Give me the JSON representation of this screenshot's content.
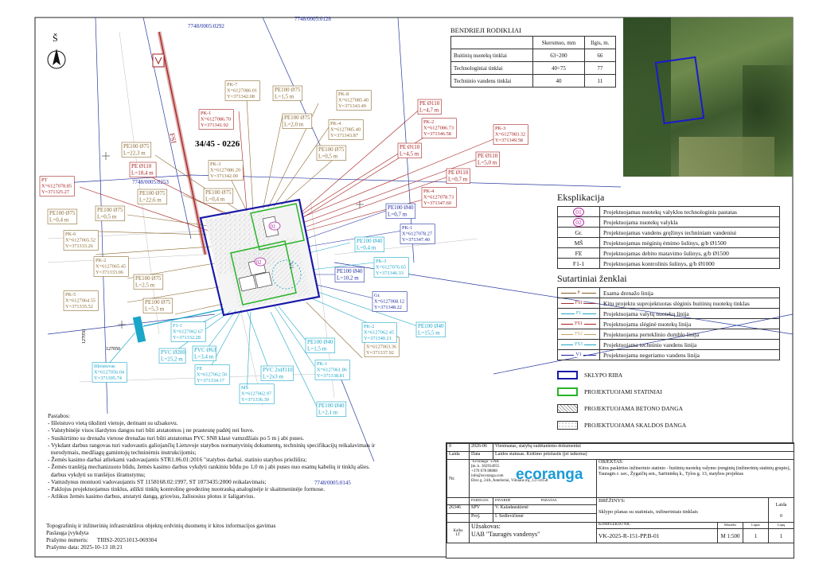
{
  "north_label": "Š",
  "parcel_id": "34/45 - 0226",
  "parcel_refs": [
    "7748/0005:0292",
    "7748/0005:0128",
    "7748/0005:0253",
    "7748/0005:0145"
  ],
  "fsi_label": "FSI",
  "summary": {
    "title": "BENDRIEJI RODIKLIAI",
    "headers": [
      "",
      "Skersmuo, mm",
      "Ilgis, m."
    ],
    "rows": [
      [
        "Buitinių nuotekų tinklai",
        "63÷200",
        "66"
      ],
      [
        "Technologiniai tinklai",
        "40÷75",
        "77"
      ],
      [
        "Techninio vandens tinklai",
        "40",
        "11"
      ]
    ]
  },
  "explication": {
    "title": "Eksplikacija",
    "rows": [
      {
        "code": "01",
        "text": "Projektuojamas nuotekų valyklos technologinis pastatas"
      },
      {
        "code": "02",
        "text": "Projektuojama nuotekų valykla"
      },
      {
        "code": "Gr.",
        "text": "Projektuojamas vandens gręžinys techniniam vandeniui"
      },
      {
        "code": "MŠ",
        "text": "Projektuojamas mėginių ėmimo šulinys, g/b Ø1500"
      },
      {
        "code": "FE",
        "text": "Projektuojamas debito matavimo šulinys, g/b Ø1500"
      },
      {
        "code": "F1-1",
        "text": "Projektuojamas kontrolinis šulinys, g/b Ø1000"
      }
    ]
  },
  "symbols": {
    "title": "Sutartiniai ženklai",
    "rows": [
      {
        "code": "8",
        "color": "#8a5a2a",
        "text": "Esama drenažo linija"
      },
      {
        "code": "FSI",
        "color": "#a23030",
        "text": "Kitu projektu suprojektuotas slėginis buitinių nuotekų tinklas"
      },
      {
        "code": "F1",
        "color": "#20a7c7",
        "text": "Projektuojama valytų nuotekų linija"
      },
      {
        "code": "FS1",
        "color": "#b01c1c",
        "text": "Projektuojama slėginė nuotekų linija"
      },
      {
        "code": "FS2",
        "color": "#c8a060",
        "text": "Projektuojama perteklinio dumblo linija"
      },
      {
        "code": "FS3",
        "color": "#20a7c7",
        "text": "Projektuojama techninio vandens linija"
      },
      {
        "code": "V1",
        "color": "#2020a0",
        "text": "Projektuojama negeriamo vandens linija"
      }
    ],
    "areas": [
      {
        "label": "SKLYPO RIBA"
      },
      {
        "label": "PROJEKTUOJAMI STATINIAI"
      },
      {
        "label": "PROJEKTUOJAMA BETONO DANGA"
      },
      {
        "label": "PROJEKTUOJAMA SKALDOS DANGA"
      }
    ]
  },
  "colors": {
    "brown": "#8a6a30",
    "red": "#a51e1e",
    "cyan": "#1aa6c8",
    "blue": "#1f2da0",
    "green": "#28b428",
    "boundary": "#1a1aa8"
  },
  "labels_brown": [
    {
      "lines": [
        "PK-7",
        "X=6127086.01",
        "Y=371342.08"
      ]
    },
    {
      "lines": [
        "PE100 Ø75",
        "L=1,5 m"
      ]
    },
    {
      "lines": [
        "PK-8",
        "X=6127085.40",
        "Y=371343.49"
      ]
    },
    {
      "lines": [
        "PE100 Ø75",
        "L=2,0 m"
      ]
    },
    {
      "lines": [
        "PK-4",
        "X=6127085.40",
        "Y=371343.87"
      ]
    },
    {
      "lines": [
        "PE100 Ø75",
        "L=22,3 m"
      ]
    },
    {
      "lines": [
        "PE100 Ø75",
        "L=0,5 m"
      ]
    },
    {
      "lines": [
        "PK-3",
        "X=6127086.20",
        "Y=371342.00"
      ]
    },
    {
      "lines": [
        "PE100 Ø75",
        "L=22,6 m"
      ]
    },
    {
      "lines": [
        "PE100 Ø75",
        "L=0,4 m"
      ]
    },
    {
      "lines": [
        "PE100 Ø75",
        "L=0,5 m"
      ]
    },
    {
      "lines": [
        "PE100 Ø75",
        "L=0,4 m"
      ]
    },
    {
      "lines": [
        "PK-6",
        "X=6127065.52",
        "Y=371333.26"
      ]
    },
    {
      "lines": [
        "PK-2",
        "X=6127065.45",
        "Y=371333.06"
      ]
    },
    {
      "lines": [
        "PE100 Ø75",
        "L=2,5 m"
      ]
    },
    {
      "lines": [
        "PK-5",
        "X=6127064.55",
        "Y=371335.52"
      ]
    },
    {
      "lines": [
        "PE100 Ø75",
        "L=5,3 m"
      ]
    },
    {
      "lines": [
        "PK-1",
        "X=6127063.36",
        "Y=371337.92"
      ]
    }
  ],
  "labels_red": [
    {
      "lines": [
        "PK-1",
        "X=6127086.70",
        "Y=371341.92"
      ]
    },
    {
      "lines": [
        "PE Ø110",
        "L=4,7 m"
      ]
    },
    {
      "lines": [
        "PK-2",
        "X=6127086.73",
        "Y=371346.58"
      ]
    },
    {
      "lines": [
        "PK-3",
        "X=6127083.32",
        "Y=371349.58"
      ]
    },
    {
      "lines": [
        "PE Ø110",
        "L=4,5 m"
      ]
    },
    {
      "lines": [
        "PE Ø110",
        "L=5,0 m"
      ]
    },
    {
      "lines": [
        "PE Ø110",
        "L=18,4 m"
      ]
    },
    {
      "lines": [
        "PT",
        "X=6127078.85",
        "Y=371325.27"
      ]
    },
    {
      "lines": [
        "PE Ø110",
        "L=0,7 m"
      ]
    },
    {
      "lines": [
        "PK-4",
        "X=6127078.73",
        "Y=371347.60"
      ]
    }
  ],
  "labels_blue": [
    {
      "lines": [
        "PE100 Ø40",
        "L=0,7 m"
      ]
    },
    {
      "lines": [
        "PK-1",
        "X=6127078.27",
        "Y=371347.40"
      ]
    },
    {
      "lines": [
        "PE100 Ø40",
        "L=10,2 m"
      ]
    },
    {
      "lines": [
        "Gr.",
        "X=6127068.12",
        "Y=371348.22"
      ]
    }
  ],
  "labels_cyan": [
    {
      "lines": [
        "PE100 Ø40",
        "L=0,4 m"
      ]
    },
    {
      "lines": [
        "PK-3",
        "X=6127076.65",
        "Y=371346.33"
      ]
    },
    {
      "lines": [
        "PK-2",
        "X=6127062.45",
        "Y=371340.21"
      ]
    },
    {
      "lines": [
        "PE100 Ø40",
        "L=15,5 m"
      ]
    },
    {
      "lines": [
        "PE100 Ø40",
        "L=1,5 m"
      ]
    },
    {
      "lines": [
        "PK-1",
        "X=6127061.86",
        "Y=371338.81"
      ]
    },
    {
      "lines": [
        "F1-1",
        "X=6127062.67",
        "Y=371332.28"
      ]
    },
    {
      "lines": [
        "PVC Ø200",
        "L=25,2 m"
      ]
    },
    {
      "lines": [
        "PVC Ø63",
        "L=3,4 m"
      ]
    },
    {
      "lines": [
        "FE",
        "X=6127062.50",
        "Y=371334.17"
      ]
    },
    {
      "lines": [
        "PVC 2xØ110",
        "L=2x3 m"
      ]
    },
    {
      "lines": [
        "MŠ",
        "X=6127062.97",
        "Y=371336.30"
      ]
    },
    {
      "lines": [
        "PE100 Ø40",
        "L=2,1 m"
      ]
    },
    {
      "lines": [
        "Išleistuvas",
        "X=6127056.04",
        "Y=371305.74"
      ]
    }
  ],
  "elevation_marks": [
    "127050",
    "127050"
  ],
  "notes": {
    "title": "Pastabos:",
    "items": [
      "- Išleistuvo vietą tikslinti vietoje, derinant su užsakovu.",
      "- Valstybinėje visos išardytos dangos turi būti atstatomos į ne prastesnę padėtį nei buvo.",
      "- Susikirtimo su drenažu vietose drenažas turi būti atstatomas PVC SN8 klasė vamzdžiais po 5 m į abi puses.",
      "- Vykdant darbus rangovas turi vadovautis galiojančių Lietuvoje statybos normatyvinių dokumentų, techninių specifikacijų reikalavimais ir",
      "  nurodymais, medžiagų gamintojų techninėmis instrukcijomis;",
      "- Žemės kasimo darbai atliekami vadovaujantis STR1.06.01:2016 \"statybos darbai. statinio statybos priežiūra;",
      "- Žemės tranšėją mechanizuoto būdu, žemės kasimo darbus vykdyti rankiniu būdu po 1,0 m į abi puses nuo esamų kabelių ir tinklų ašies.",
      "  darbus vykdyti su tranšėjos išramstymu;",
      "- Vamzdynus montuoti vadovaujantis ST 1158168.02:1997, ST 1073435:2000 reikalavimais;",
      "- Paklojus projektuojamus tinklus, atlikti tinklų kontrolinę geodezinę nuotrauką analoginėje ir skaitmeninėje formose.",
      "- Atlikus žemės kasimo darbus, atstatyti dangą, griovius, žaliuosius plotus ir šaligatvius."
    ]
  },
  "survey": {
    "line1": "Topografinių ir inžinerinių infrastruktūros objektų erdvinių duomenų ir kitos informacijos gavimas",
    "line2": "Paslauga įvykdyta",
    "line3": "Prašymo numeris:      TIIIS2-20251013-069304",
    "line4": "Prašymo data: 2025-10-13 18:21"
  },
  "title_block": {
    "rev_no": "0",
    "rev_date": "2026-06",
    "rev_text": "Vieninanas, statybą sudėtaniems dokumentui",
    "col_laida": "Laida",
    "col_data": "Data",
    "col_laidos": "Laidos statusas. Keitimo priežastis (jei taikoma)",
    "nr_label": "Nr.",
    "company": "\"Ecoranga\" UAB",
    "company_code": "Įm. k. 302934955",
    "company_phone": "+370 678 88888",
    "company_email": "info@ecoranga.com",
    "company_addr": "Ebro g. 24A, Antežeriai, Vilniaus mj., LT-14158",
    "brand": "ecoranga",
    "objektas_label": "OBJEKTAS:",
    "objektas": "Kitos paskirties inžinerinio statinio - buitinių nuotekų valymo įrenginių (inžinerinių statinių grupės), Tauragės r. sav., Žygaičių sen., Sartininkų k., Tylos g. 13, statybos projektas",
    "col_pareigos": "PAREIGOS",
    "col_pavarde": "PAVARDĖ",
    "col_parasas": "PARAŠAS",
    "code_26346": "26346",
    "role_spv": "SPV",
    "name_spv": "V. Kaladauskienė",
    "role_proj": "Proj.",
    "name_proj": "I. Sedlevičienė",
    "breziny_label": "BRĖŽINYS:",
    "breziny": "Sklypo planas su statiniais, inžineriniais tinklais",
    "laida_label": "Laida",
    "laida_value": "0",
    "uzsakovas_label": "Užsakovas:",
    "uzsakovas": "UAB \"Tauragės vandenys\"",
    "kalba_label": "Kalba",
    "kalba_value": "LT",
    "komplekso_label": "KOMPLEKSO NR.",
    "komplekso": "VK-2025-R-151-PP.B-01",
    "mastelis_label": "Mastelis",
    "mastelis": "M 1:500",
    "lapas_label": "Lapas",
    "lapas": "1",
    "lapu_label": "Lapų",
    "lapu": "1"
  }
}
